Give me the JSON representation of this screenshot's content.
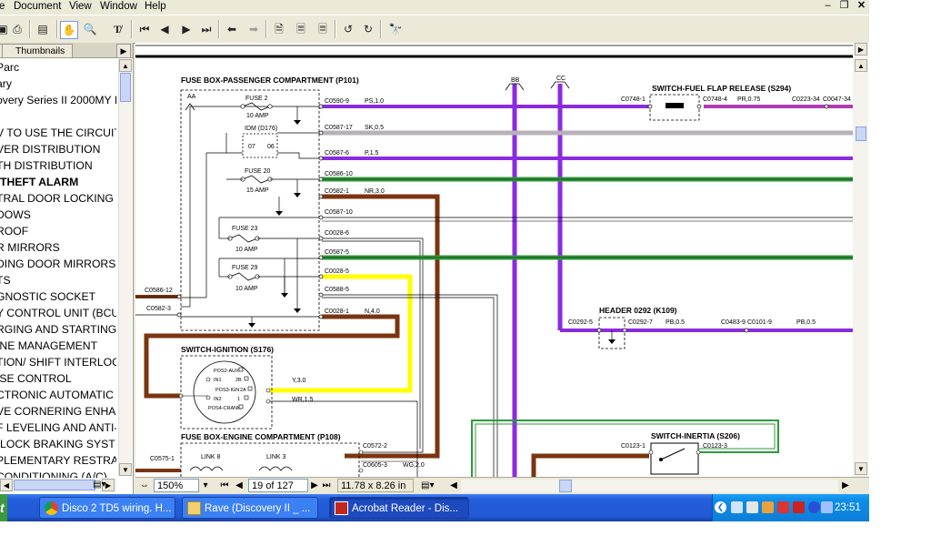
{
  "menubar": {
    "items": [
      "Document",
      "View",
      "Window",
      "Help"
    ],
    "window_controls": [
      "minimize",
      "restore",
      "close"
    ]
  },
  "toolbar": {
    "icons": [
      "print-icon",
      "toggle-nav-icon",
      "hand-tool-icon",
      "zoom-tool-icon",
      "text-select-icon",
      "first-page-icon",
      "prev-page-icon",
      "next-page-icon",
      "last-page-icon",
      "go-back-icon",
      "go-forward-icon",
      "actual-size-icon",
      "fit-page-icon",
      "fit-width-icon",
      "rotate-ccw-icon",
      "rotate-cw-icon",
      "find-icon"
    ]
  },
  "nav_pane": {
    "tab_label": "Thumbnails",
    "bookmarks": [
      {
        "text": "Parc",
        "bold": false
      },
      {
        "text": "ary",
        "bold": false
      },
      {
        "text": "overy Series II 2000MY I",
        "bold": false
      },
      {
        "text": "",
        "bold": false
      },
      {
        "text": "V TO USE THE CIRCUIT",
        "bold": false
      },
      {
        "text": "VER DISTRIBUTION",
        "bold": false
      },
      {
        "text": "TH DISTRIBUTION",
        "bold": false
      },
      {
        "text": "-THEFT ALARM",
        "bold": true
      },
      {
        "text": "TRAL DOOR LOCKING",
        "bold": false
      },
      {
        "text": "DOWS",
        "bold": false
      },
      {
        "text": "ROOF",
        "bold": false
      },
      {
        "text": "R MIRRORS",
        "bold": false
      },
      {
        "text": "DING DOOR MIRRORS",
        "bold": false
      },
      {
        "text": "TS",
        "bold": false
      },
      {
        "text": "GNOSTIC SOCKET",
        "bold": false
      },
      {
        "text": "Y CONTROL UNIT (BCU",
        "bold": false
      },
      {
        "text": "RGING AND STARTING",
        "bold": false
      },
      {
        "text": "INE MANAGEMENT",
        "bold": false
      },
      {
        "text": "TION/ SHIFT INTERLOC",
        "bold": false
      },
      {
        "text": "ISE CONTROL",
        "bold": false
      },
      {
        "text": "CTRONIC AUTOMATIC T",
        "bold": false
      },
      {
        "text": "VE CORNERING ENHA",
        "bold": false
      },
      {
        "text": "F LEVELING AND ANTI-",
        "bold": false
      },
      {
        "text": "-LOCK BRAKING SYST",
        "bold": false
      },
      {
        "text": "PLEMENTARY RESTRA",
        "bold": false
      },
      {
        "text": "CONDITIONING (A/C)",
        "bold": false
      }
    ]
  },
  "diagram": {
    "fuse_box_passenger": "FUSE BOX-PASSENGER COMPARTMENT (P101)",
    "fuse_box_engine": "FUSE BOX-ENGINE COMPARTMENT (P108)",
    "switch_fuel_flap": "SWITCH-FUEL FLAP RELEASE (S294)",
    "switch_ignition": "SWITCH-IGNITION (S176)",
    "header": "HEADER 0292 (K109)",
    "switch_inertia": "SWITCH-INERTIA (S206)",
    "splice_aa": "AA",
    "splice_bb": "BB",
    "splice_cc": "CC",
    "fuse2": "FUSE 2",
    "fuse2_amp": "10 AMP",
    "idm": "IDM (D176)",
    "idm_07": "07",
    "idm_06": "06",
    "fuse20": "FUSE 20",
    "fuse20_amp": "15 AMP",
    "fuse23": "FUSE 23",
    "fuse23_amp": "10 AMP",
    "fuse29": "FUSE 29",
    "fuse29_amp": "10 AMP",
    "link8": "LINK 8",
    "link3": "LINK 3",
    "c0590_9": "C0590-9",
    "w_ps": "PS,1.0",
    "c0587_17": "C0587-17",
    "w_sk": "SK,0.5",
    "c0587_6": "C0587-6",
    "w_p": "P,1.5",
    "c0586_10": "C0586-10",
    "c0582_1": "C0582-1",
    "w_nr": "NR,3.0",
    "c0587_10": "C0587-10",
    "c0028_6": "C0028-6",
    "c0587_5": "C0587-5",
    "c0028_5": "C0028-5",
    "c0588_5": "C0588-5",
    "c0028_1": "C0028-1",
    "w_n": "N,4.0",
    "c0586_12": "C0586-12",
    "c0582_3": "C0582-3",
    "c0748_1": "C0748-1",
    "c0748_4": "C0748-4",
    "w_pr": "PR,0.75",
    "c0223_34": "C0223-34",
    "c0047_34": "C0047-34",
    "c0292_5": "C0292-5",
    "c0292_7": "C0292-7",
    "w_pb1": "PB,0.5",
    "c0483_9": "C0483-9",
    "c0101_9": "C0101-9",
    "w_pb2": "PB,0.5",
    "ign_pos2aux": "POS2-AUX",
    "ign_in1": "IN1",
    "ign_2b": "2B",
    "ign_pos3": "POS3-IGN",
    "ign_2a": "2A",
    "ign_in2": "IN2",
    "ign_1": "1",
    "ign_pos4": "POS4-CRANK",
    "w_y": "Y,3.0",
    "w_wr": "WR,1.5",
    "c0572_2": "C0572-2",
    "c0605_3": "C0605-3",
    "w_wg": "WG,2.0",
    "c0575_1": "C0575-1",
    "c0123_1": "C0123-1",
    "c0123_3": "C0123-3"
  },
  "statusbar": {
    "zoom": "150%",
    "page": "19 of 127",
    "page_size": "11.78 x 8.26 in"
  },
  "taskbar": {
    "tasks": [
      "Disco 2 TD5 wiring. H...",
      "Rave (Discovery II _ ...",
      "Acrobat Reader - Dis..."
    ],
    "clock": "23:51"
  },
  "colors": {
    "purple": "#8a2be2",
    "magenta": "#b23bb2",
    "grey_wire": "#b8b0b8",
    "green": "#2f9a3a",
    "brown": "#7a3510",
    "yellow": "#ffff00",
    "taskbar": "#245edb"
  }
}
